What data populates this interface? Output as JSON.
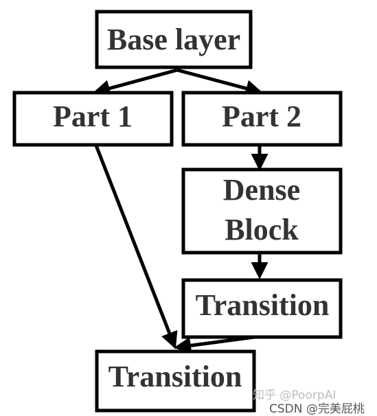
{
  "nodes": {
    "base_layer": "Base layer",
    "part1": "Part 1",
    "part2": "Part 2",
    "dense_block_line1": "Dense",
    "dense_block_line2": "Block",
    "transition_upper": "Transition",
    "transition_final": "Transition"
  },
  "watermark": {
    "zhihu": "知乎 @PoorpAI",
    "csdn": "CSDN @完美屁桃"
  },
  "colors": {
    "text": "#333333",
    "stroke": "#000000"
  }
}
